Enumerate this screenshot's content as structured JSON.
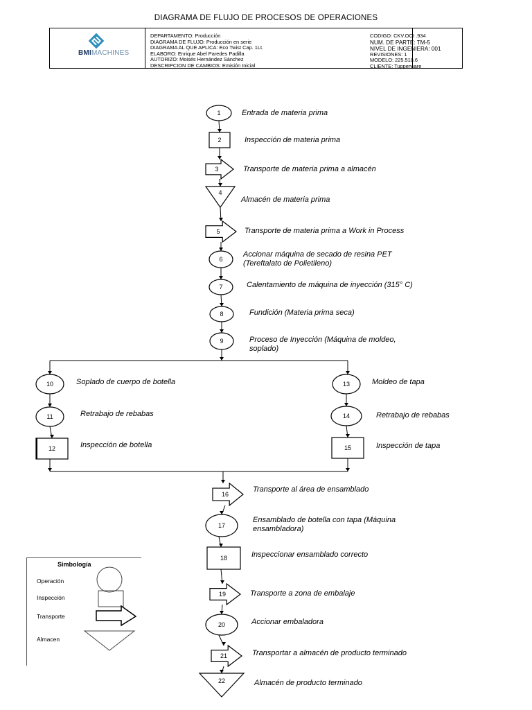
{
  "title": "DIAGRAMA DE FLUJO DE PROCESOS DE OPERACIONES",
  "header": {
    "logo": {
      "brand_bold": "BMI",
      "brand_rest": "MACHINES"
    },
    "info_lines": [
      "DEPARTAMENTO: Producción",
      "DIAGRAMA DE FLUJO: Producción en serie",
      "DIAGRAMA AL QUE APLICA: Eco Twist Cap. 1Lt.",
      "ELABORO: Enrique Abel Paredes Padilla",
      "AUTORIZO: Moisés Hernández Sánchez",
      "DESCRIPCION DE CAMBIOS: Emisión Inicial"
    ],
    "code_lines": [
      "CODIGO: CKV.OOI .934",
      "NUM. DE PARTE: TM-5",
      "NIVEL DE INGENIERA: 001",
      "REVISIONES: 1",
      "MODELO: 225.518.6",
      "CLIENTE: Tupperware"
    ]
  },
  "steps": [
    {
      "n": "1",
      "type": "operation",
      "label": "Entrada de materia prima"
    },
    {
      "n": "2",
      "type": "inspection",
      "label": "Inspección de materia prima"
    },
    {
      "n": "3",
      "type": "transport",
      "label": "Transporte de materia prima a almacén"
    },
    {
      "n": "4",
      "type": "storage",
      "label": "Almacén de materia prima"
    },
    {
      "n": "5",
      "type": "transport",
      "label": "Transporte de materia prima a Work in Process"
    },
    {
      "n": "6",
      "type": "operation",
      "label": "Accionar máquina de secado de resina PET\n(Tereftalato de Polietileno)"
    },
    {
      "n": "7",
      "type": "operation",
      "label": "Calentamiento de máquina de inyección (315° C)"
    },
    {
      "n": "8",
      "type": "operation",
      "label": "Fundición (Materia prima seca)"
    },
    {
      "n": "9",
      "type": "operation",
      "label": "Proceso de Inyección (Máquina de moldeo,\nsoplado)"
    },
    {
      "n": "10",
      "type": "operation",
      "label": "Soplado de cuerpo de botella"
    },
    {
      "n": "11",
      "type": "operation",
      "label": "Retrabajo de rebabas"
    },
    {
      "n": "12",
      "type": "inspection",
      "label": "Inspección de botella"
    },
    {
      "n": "13",
      "type": "operation",
      "label": "Moldeo de tapa"
    },
    {
      "n": "14",
      "type": "operation",
      "label": "Retrabajo de rebabas"
    },
    {
      "n": "15",
      "type": "inspection",
      "label": "Inspección de tapa"
    },
    {
      "n": "16",
      "type": "transport",
      "label": "Transporte al área de ensamblado"
    },
    {
      "n": "17",
      "type": "operation",
      "label": "Ensamblado de botella con tapa (Máquina\nensambladora)"
    },
    {
      "n": "18",
      "type": "inspection",
      "label": "Inspeccionar ensamblado correcto"
    },
    {
      "n": "19",
      "type": "transport",
      "label": "Transporte a zona de embalaje"
    },
    {
      "n": "20",
      "type": "operation",
      "label": "Accionar embaladora"
    },
    {
      "n": "21",
      "type": "transport",
      "label": "Transportar a almacén de producto terminado"
    },
    {
      "n": "22",
      "type": "storage",
      "label": "Almacén de producto terminado"
    }
  ],
  "legend": {
    "title": "Simbología",
    "items": [
      {
        "type": "operation",
        "label": "Operación"
      },
      {
        "type": "inspection",
        "label": "Inspección"
      },
      {
        "type": "transport",
        "label": "Transporte"
      },
      {
        "type": "storage",
        "label": "Almacen"
      }
    ]
  }
}
